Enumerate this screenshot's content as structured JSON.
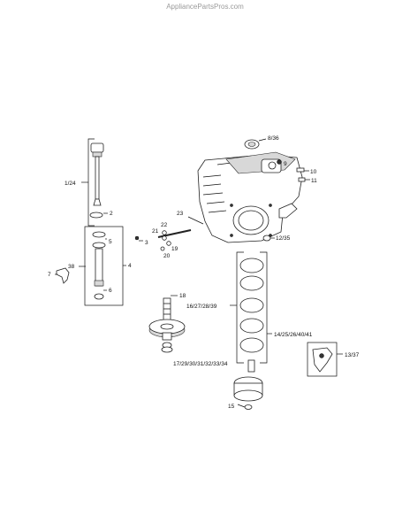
{
  "watermark": "AppliancePartsPros.com",
  "callouts": {
    "c_8_36": "8/36",
    "c_9": "9",
    "c_10": "10",
    "c_11": "11",
    "c_1_24": "1/24",
    "c_2": "2",
    "c_23": "23",
    "c_22": "22",
    "c_21": "21",
    "c_3": "3",
    "c_5": "5",
    "c_19": "19",
    "c_20": "20",
    "c_12_35": "12/35",
    "c_4": "4",
    "c_38": "38",
    "c_7": "7",
    "c_6": "6",
    "c_18": "18",
    "c_16_27": "16/27/28/39",
    "c_14_25": "14/25/26/40/41",
    "c_13_37": "13/37",
    "c_17_29": "17/29/30/31/32/33/34",
    "c_15": "15"
  }
}
